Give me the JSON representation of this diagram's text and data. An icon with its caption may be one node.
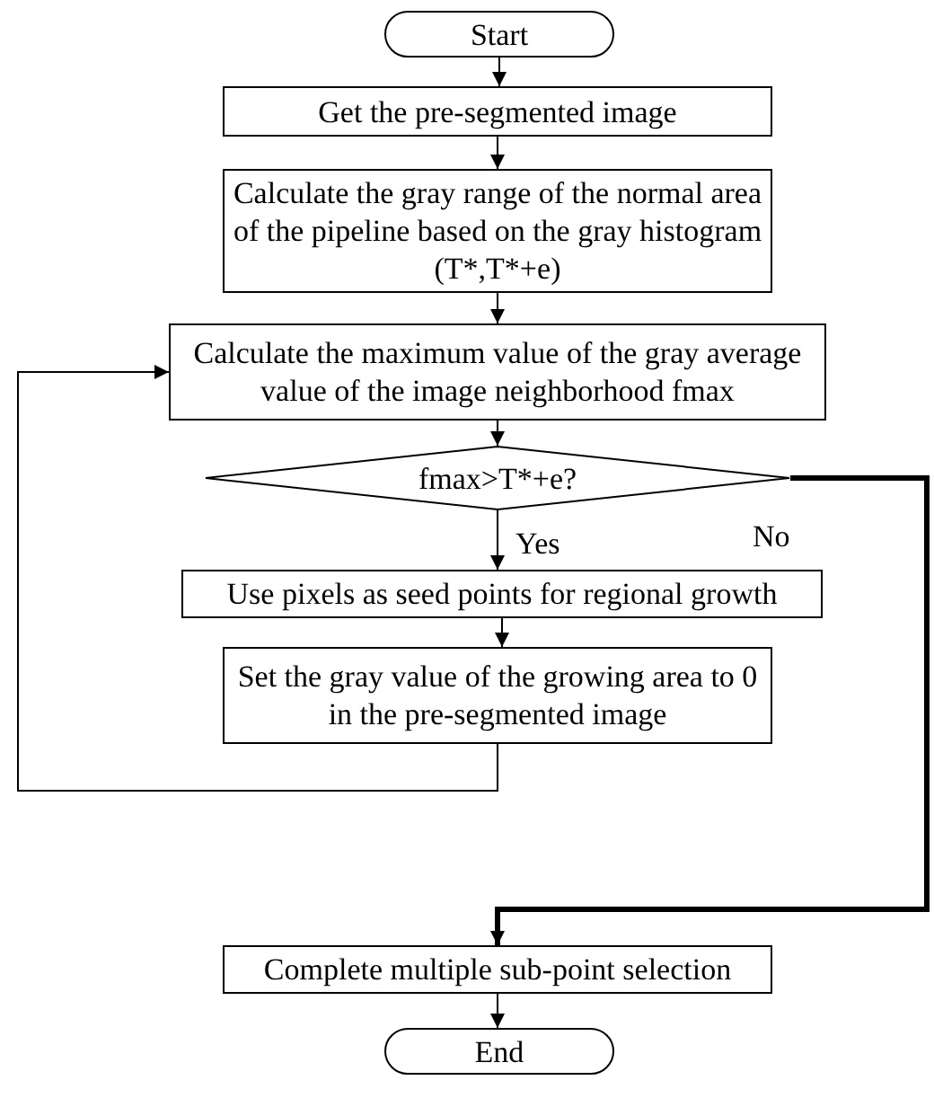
{
  "diagram": {
    "nodes": [
      {
        "text": [
          "Start"
        ]
      },
      {
        "text": [
          "Get the pre-segmented image"
        ]
      },
      {
        "text": [
          "Calculate the gray range of the normal area of the pipeline based on the gray histogram (T*,T*+e)"
        ]
      },
      {
        "text": [
          "Calculate the maximum value of the gray average value of the image neighborhood fmax"
        ]
      },
      {
        "text": [
          "fmax>T*+e?"
        ]
      },
      {
        "text": [
          "Use pixels as seed points for regional growth"
        ]
      },
      {
        "text": [
          "Set the gray value of the growing area to 0 in the pre-segmented image"
        ]
      },
      {
        "text": [
          "Complete multiple sub-point selection"
        ]
      },
      {
        "text": [
          "End"
        ]
      }
    ],
    "edges": [
      {
        "from": 0,
        "to": 1,
        "arrow": "to"
      },
      {
        "from": 1,
        "to": 2,
        "arrow": "to"
      },
      {
        "from": 2,
        "to": 3,
        "arrow": "to"
      },
      {
        "from": 3,
        "to": 4,
        "arrow": "to"
      },
      {
        "from": 4,
        "to": 5,
        "arrow": "to",
        "label": "Yes"
      },
      {
        "from": 5,
        "to": 6,
        "arrow": "to"
      },
      {
        "from": 6,
        "to": 3,
        "arrow": "to"
      },
      {
        "from": 4,
        "to": 7,
        "arrow": "to",
        "label": "No",
        "style": "thick"
      },
      {
        "from": 7,
        "to": 8,
        "arrow": "to"
      }
    ]
  }
}
